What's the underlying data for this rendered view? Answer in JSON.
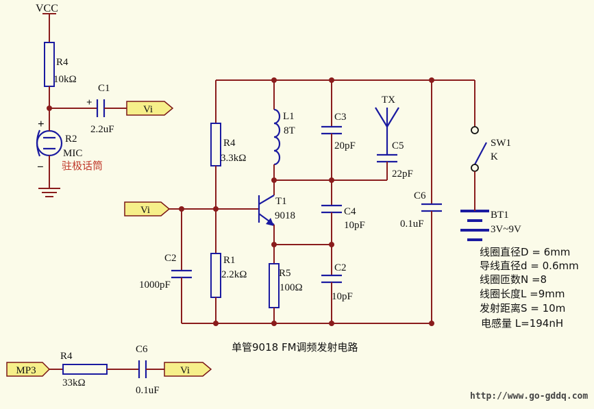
{
  "top_left": {
    "vcc": "VCC",
    "r4_name": "R4",
    "r4_value": "10kΩ",
    "c1_name": "C1",
    "c1_value": "2.2uF",
    "c1_polarity": "+",
    "mic_plus": "+",
    "mic_minus": "−",
    "r2_name": "R2",
    "r2_type": "MIC",
    "mic_desc": "驻极话筒",
    "mic_desc_color": "#c0392b",
    "vi_port": "Vi"
  },
  "main": {
    "vi_port": "Vi",
    "r4_name": "R4",
    "r4_value": "3.3kΩ",
    "r1_name": "R1",
    "r1_value": "2.2kΩ",
    "c2a_name": "C2",
    "c2a_value": "1000pF",
    "l1_name": "L1",
    "l1_value": "8T",
    "t1_name": "T1",
    "t1_value": "9018",
    "r5_name": "R5",
    "r5_value": "100Ω",
    "c3_name": "C3",
    "c3_value": "20pF",
    "c4_name": "C4",
    "c4_value": "10pF",
    "c2b_name": "C2",
    "c2b_value": "10pF",
    "tx": "TX",
    "c5_name": "C5",
    "c5_value": "22pF",
    "c6_name": "C6",
    "c6_value": "0.1uF",
    "sw1_name": "SW1",
    "sw1_value": "K",
    "bt1_name": "BT1",
    "bt1_value": "3V~9V"
  },
  "notes": [
    "线圈直径D = 6mm",
    "导线直径d = 0.6mm",
    "线圈匝数N =8",
    "线圈长度L =9mm",
    "发射距离S = 10m",
    "电感量 L=194nH"
  ],
  "caption": "单管9018 FM调频发射电路",
  "bottom": {
    "mp3_port": "MP3",
    "r4_name": "R4",
    "r4_value": "33kΩ",
    "c6_name": "C6",
    "c6_value": "0.1uF",
    "vi_port": "Vi"
  },
  "url": "http://www.go-gddq.com",
  "colors": {
    "background": "#fbfbe9",
    "wire": "#8a1c1c",
    "component": "#1a1aa0",
    "port_fill": "#f6ef8a"
  }
}
